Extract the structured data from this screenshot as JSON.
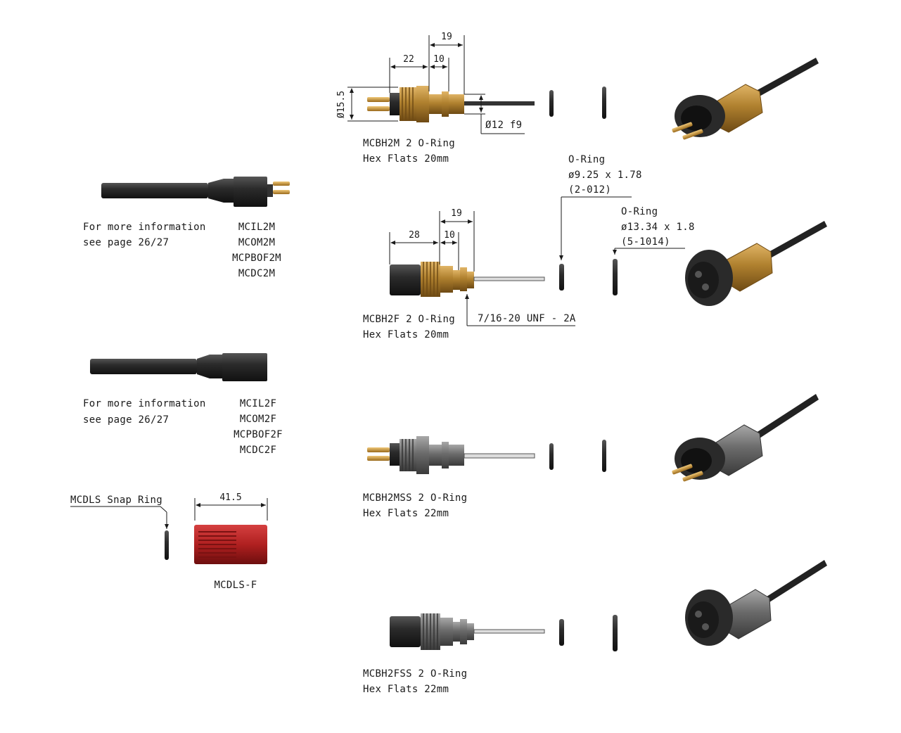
{
  "left_column": {
    "male_cable": {
      "info_line1": "For more information",
      "info_line2": "see page 26/27",
      "models": [
        "MCIL2M",
        "MCOM2M",
        "MCPBOF2M",
        "MCDC2M"
      ]
    },
    "female_cable": {
      "info_line1": "For more information",
      "info_line2": "see page 26/27",
      "models": [
        "MCIL2F",
        "MCOM2F",
        "MCPBOF2F",
        "MCDC2F"
      ]
    },
    "snap_ring_label": "MCDLS Snap Ring",
    "lock_sleeve": {
      "dimension": "41.5",
      "label": "MCDLS-F"
    }
  },
  "bulkheads": [
    {
      "name": "MCBH2M 2 O-Ring",
      "hex": "Hex Flats 20mm",
      "dimensions": {
        "overall": "19",
        "thread_len": "22",
        "body": "10",
        "diameter": "Ø15.5",
        "shaft": "Ø12 f9"
      }
    },
    {
      "name": "MCBH2F 2 O-Ring",
      "hex": "Hex Flats 20mm",
      "dimensions": {
        "overall": "19",
        "thread_len": "28",
        "body": "10",
        "thread_spec": "7/16-20 UNF - 2A"
      }
    },
    {
      "name": "MCBH2MSS 2 O-Ring",
      "hex": "Hex Flats 22mm"
    },
    {
      "name": "MCBH2FSS 2 O-Ring",
      "hex": "Hex Flats 22mm"
    }
  ],
  "o_rings": [
    {
      "title": "O-Ring",
      "size": "ø9.25 x 1.78",
      "code": "(2-012)"
    },
    {
      "title": "O-Ring",
      "size": "ø13.34 x 1.8",
      "code": "(5-1014)"
    }
  ],
  "colors": {
    "brass": "#b0812f",
    "brass_dark": "#7a5518",
    "steel": "#6b6b6b",
    "rubber": "#2b2b2b",
    "red_sleeve": "#b02020",
    "line": "#1a1a1a"
  }
}
